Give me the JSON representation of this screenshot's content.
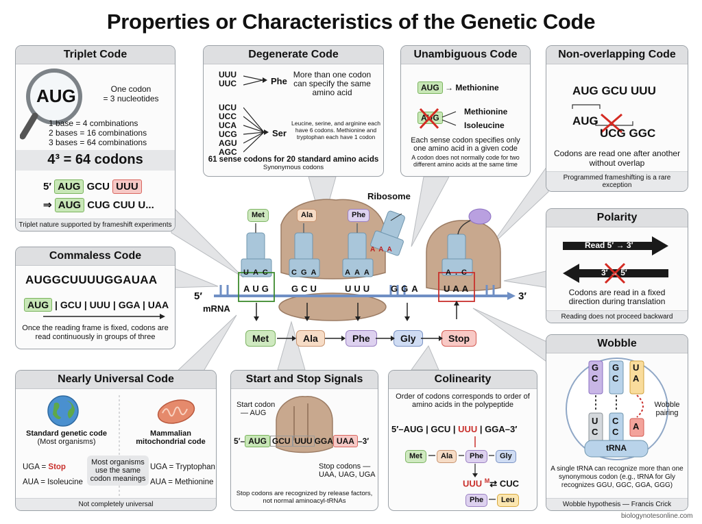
{
  "title": "Properties or Characteristics of the Genetic Code",
  "triplet": {
    "heading": "Triplet Code",
    "codon": "AUG",
    "desc1": "One codon",
    "desc2": "= 3 nucleotides",
    "comb1": "1 base = 4 combinations",
    "comb2": "2 bases = 16 combinations",
    "comb3": "3 bases = 64 combinations",
    "formula": "4³ = 64 codons",
    "frameshift_line1": [
      "5′",
      "AUG",
      "GCU",
      "UUU"
    ],
    "frameshift_line2": [
      "⇒",
      "AUG",
      "CUG CUU U..."
    ],
    "footer": "Triplet nature supported by frameshift experiments"
  },
  "degenerate": {
    "heading": "Degenerate Code",
    "phe_codons": [
      "UUU",
      "UUC"
    ],
    "phe": "Phe",
    "ser_codons": [
      "UCU",
      "UCC",
      "UCA",
      "UCG",
      "AGU",
      "AGC"
    ],
    "ser": "Ser",
    "note1": "More than one codon can specify the same amino acid",
    "note2": "Leucine, serine, and arginine each have 6 codons. Methionine and tryptophan each have 1 codon",
    "foot1": "61 sense codons for 20 standard amino acids",
    "foot2": "Synonymous codons"
  },
  "unambiguous": {
    "heading": "Unambiguous Code",
    "codon": "AUG",
    "aa1": "Methionine",
    "aa2": "Methionine",
    "aa3": "Isoleucine",
    "note1": "Each sense codon specifies only one amino acid in a given code",
    "note2": "A codon does not normally code for two different amino acids at the same time"
  },
  "nonoverlap": {
    "heading": "Non-overlapping Code",
    "seq": [
      "AUG",
      "GCU",
      "UUU"
    ],
    "wrong": [
      "AUG",
      "UCG",
      "GGC"
    ],
    "note": "Codons are read one after another without overlap",
    "footer": "Programmed frameshifting is a rare exception"
  },
  "commaless": {
    "heading": "Commaless Code",
    "seq": "AUGGCUUUUGGAUAA",
    "codons": [
      "AUG",
      "GCU",
      "UUU",
      "GGA",
      "UAA"
    ],
    "note": "Once the reading frame is fixed, codons are read continuously in groups of three"
  },
  "polarity": {
    "heading": "Polarity",
    "read": "Read 5′ → 3′",
    "wrong": "3′ → 5′",
    "note": "Codons are read in a fixed direction during translation",
    "footer": "Reading does not proceed backward"
  },
  "center": {
    "ribosome_label": "Ribosome",
    "mrna_5": "5′",
    "mrna_3": "3′",
    "mrna_label": "mRNA",
    "trnas": [
      {
        "aa": "Met",
        "anticodon": [
          "U",
          "A",
          "C"
        ],
        "codon": [
          "A",
          "U",
          "G"
        ]
      },
      {
        "aa": "Ala",
        "anticodon": [
          "C",
          "G",
          "A"
        ],
        "codon": [
          "G",
          "C",
          "U"
        ]
      },
      {
        "aa": "Phe",
        "anticodon": [
          "A",
          "A",
          "A"
        ],
        "codon": [
          "U",
          "U",
          "U"
        ]
      }
    ],
    "exiting_anticodon": [
      "A",
      "A",
      "A"
    ],
    "gly_codon": [
      "G",
      "G",
      "A"
    ],
    "stop_anticodon": [
      "A",
      ".",
      "C"
    ],
    "stop_codon": [
      "U",
      "A",
      "A"
    ],
    "chain": [
      "Met",
      "Ala",
      "Phe",
      "Gly",
      "Stop"
    ]
  },
  "universal": {
    "heading": "Nearly Universal Code",
    "left_title": "Standard genetic code",
    "left_sub": "(Most organisms)",
    "right_title": "Mammalian mitochondrial code",
    "uga_std_prefix": "UGA = ",
    "uga_std_val": "Stop",
    "aua_std": "AUA = Isoleucine",
    "middle": "Most organisms use the same codon meanings",
    "uga_mito": "UGA = Tryptophan",
    "aua_mito": "AUA = Methionine",
    "footer": "Not completely universal"
  },
  "startstop": {
    "heading": "Start and Stop Signals",
    "start_label1": "Start codon",
    "start_label2": "— AUG",
    "prefix": "5′–",
    "codons": [
      "AUG",
      "GCU",
      "UUU",
      "GGA",
      "UAA"
    ],
    "suffix": "–3′",
    "stop_label": "Stop codons — UAA, UAG, UGA",
    "footer": "Stop codons are recognized by release factors, not normal aminoacyl-tRNAs"
  },
  "colinearity": {
    "heading": "Colinearity",
    "note": "Order of codons corresponds to order of amino acids in the polypeptide",
    "seq_prefix": "5′–",
    "seq": [
      "AUG",
      "GCU",
      "UUU",
      "GGA"
    ],
    "seq_suffix": "–3′",
    "aas": [
      "Met",
      "Ala",
      "Phe",
      "Gly"
    ],
    "mut_from": "UUU",
    "mut_mark": "M",
    "mut_to": "CUC",
    "mut_aa1": "Phe",
    "mut_aa2": "Leu"
  },
  "wobble": {
    "heading": "Wobble",
    "top": [
      "G",
      "G",
      "U"
    ],
    "top2": [
      "C",
      "C",
      "A"
    ],
    "bottom": [
      "U",
      "C",
      "A"
    ],
    "bottom2": [
      "C",
      "C",
      ""
    ],
    "label": "Wobble pairing",
    "trna": "tRNA",
    "note": "A single tRNA can recognize more than one synonymous codon (e.g., tRNA for Gly recognizes GGU, GGC, GGA, GGG)",
    "footer": "Wobble hypothesis — Francis Crick"
  },
  "credit": "biologynotesonline.com",
  "colors": {
    "green": "#c8e7b7",
    "red": "#f6c9c6",
    "trna": "#a9c6da",
    "ribosome": "#c8a88e",
    "mrna": "#6f8fc4"
  }
}
